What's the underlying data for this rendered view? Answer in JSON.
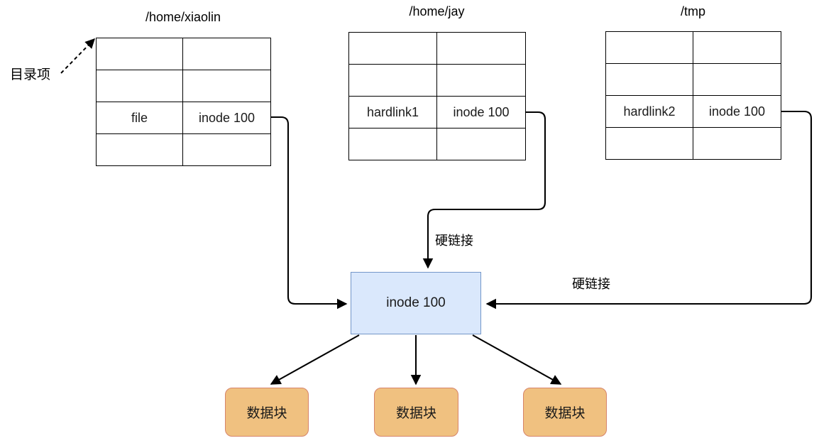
{
  "diagram": {
    "title_dirent_label": "目录项",
    "directories": [
      {
        "name": "/home/xiaolin",
        "entry_name": "file",
        "entry_inode": "inode 100",
        "empty_rows_above": 2,
        "empty_rows_below": 1
      },
      {
        "name": "/home/jay",
        "entry_name": "hardlink1",
        "entry_inode": "inode 100",
        "empty_rows_above": 2,
        "empty_rows_below": 1
      },
      {
        "name": "/tmp",
        "entry_name": "hardlink2",
        "entry_inode": "inode 100",
        "empty_rows_above": 2,
        "empty_rows_below": 1
      }
    ],
    "inode": {
      "label": "inode 100"
    },
    "edge_labels": {
      "hardlink_middle": "硬链接",
      "hardlink_right": "硬链接"
    },
    "data_blocks": [
      {
        "label": "数据块"
      },
      {
        "label": "数据块"
      },
      {
        "label": "数据块"
      }
    ],
    "colors": {
      "name_cell_file": "#d5e8d4",
      "name_cell_link": "#e1d5e7",
      "inode_cell": "#dae8fc",
      "inode_box_fill": "#dae8fc",
      "inode_box_stroke": "#7396c8",
      "data_block_fill": "#f0c180",
      "data_block_stroke": "#d6846a",
      "line": "#000000",
      "text": "#1a1a1a"
    }
  }
}
